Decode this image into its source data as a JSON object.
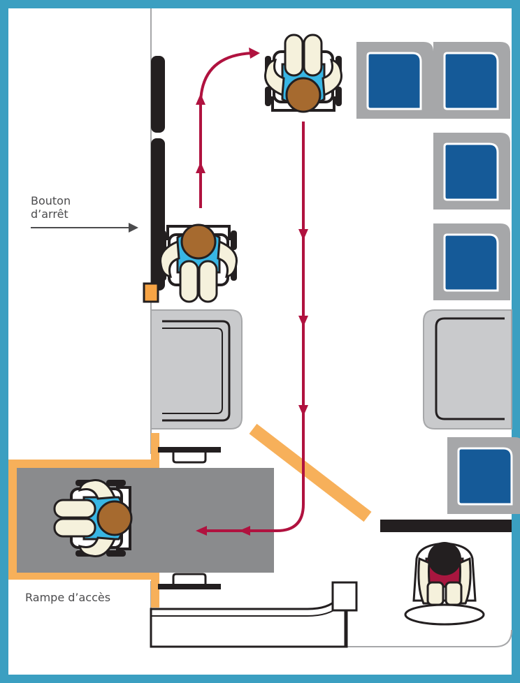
{
  "labels": {
    "stop_button_line1": "Bouton",
    "stop_button_line2": "d’arrêt",
    "ramp": "Rampe d’accès"
  },
  "colors": {
    "frame": "#3b9fc1",
    "route": "#b0123f",
    "ramp_gray": "#8a8b8d",
    "seat_frame": "#a6a7a9",
    "seat_blue": "#155a98",
    "ramp_edge": "#f7b05a",
    "stop_button": "#f7a445",
    "panel_gray": "#c9cacc",
    "skin": "#a66a2f",
    "shirt_blue": "#38b6e4",
    "shirt_red": "#a8163f",
    "leg_cream": "#f5f1dc",
    "wheel_black": "#231f20",
    "text_gray": "#4b4b4d"
  },
  "icons": [
    "wheelchair-user-icon",
    "seated-passenger-icon",
    "route-arrow-icon",
    "pointer-arrow-icon"
  ]
}
